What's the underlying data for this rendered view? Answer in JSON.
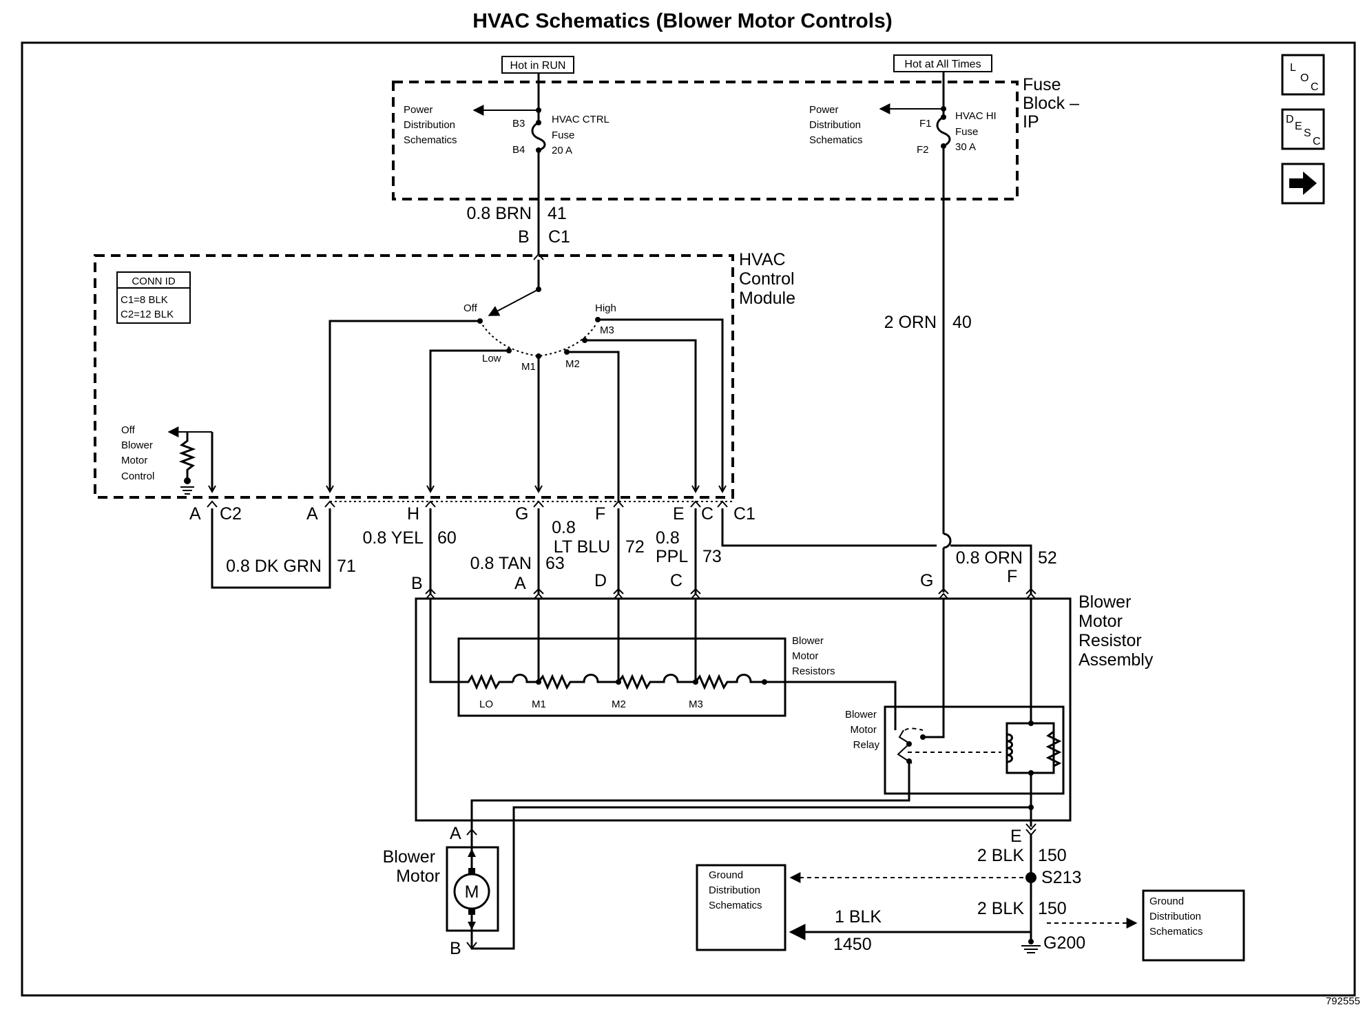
{
  "title": "HVAC Schematics (Blower Motor Controls)",
  "image_number": "792555",
  "nav": {
    "loc": {
      "big": "L",
      "sub": "O",
      "sub2": "C"
    },
    "desc": {
      "big": "D",
      "sub": "E",
      "sub2": "S",
      "sub3": "C"
    },
    "next_icon": "arrow-right-icon"
  },
  "fuse_block": {
    "name": [
      "Fuse",
      "Block –",
      "IP"
    ],
    "hot_in_run": "Hot in RUN",
    "hot_at_all_times": "Hot at All Times",
    "left_ref": [
      "Power",
      "Distribution",
      "Schematics"
    ],
    "right_ref": [
      "Power",
      "Distribution",
      "Schematics"
    ],
    "hvac_ctrl_fuse": {
      "pins": [
        "B3",
        "B4"
      ],
      "label": [
        "HVAC CTRL",
        "Fuse",
        "20 A"
      ]
    },
    "hvac_hi_fuse": {
      "pins": [
        "F1",
        "F2"
      ],
      "label": [
        "HVAC HI",
        "Fuse",
        "30 A"
      ]
    }
  },
  "wires": {
    "w41": {
      "color": "0.8 BRN",
      "circuit": "41"
    },
    "w40": {
      "color": "2 ORN",
      "circuit": "40"
    },
    "w71": {
      "color": "0.8 DK GRN",
      "circuit": "71"
    },
    "w60": {
      "color": "0.8 YEL",
      "circuit": "60"
    },
    "w63": {
      "color": "0.8 TAN",
      "circuit": "63"
    },
    "w72": {
      "color": [
        "0.8",
        "LT BLU"
      ],
      "circuit": "72"
    },
    "w73": {
      "color": [
        "0.8",
        "PPL"
      ],
      "circuit": "73"
    },
    "w52": {
      "color": "0.8 ORN",
      "circuit": "52"
    },
    "w150a": {
      "color": "2 BLK",
      "circuit": "150"
    },
    "w150b": {
      "color": "2 BLK",
      "circuit": "150"
    },
    "w1450": {
      "color": "1 BLK",
      "circuit": "1450"
    }
  },
  "hvac_module": {
    "name": [
      "HVAC",
      "Control",
      "Module"
    ],
    "conn_id": {
      "title": "CONN ID",
      "c1": "C1=8 BLK",
      "c2": "C2=12 BLK"
    },
    "switch": {
      "off": "Off",
      "low": "Low",
      "m1": "M1",
      "m2": "M2",
      "m3": "M3",
      "high": "High"
    },
    "off_control": [
      "Off",
      "Blower",
      "Motor",
      "Control"
    ],
    "pins_top": {
      "pin": "B",
      "conn": "C1"
    },
    "pins_bottom": {
      "a1": "A",
      "c2": "C2",
      "a2": "A",
      "h": "H",
      "g": "G",
      "f": "F",
      "e": "E",
      "c": "C",
      "c1": "C1"
    }
  },
  "resistor_assembly": {
    "name": [
      "Blower",
      "Motor",
      "Resistor",
      "Assembly"
    ],
    "pins_top": {
      "b": "B",
      "a": "A",
      "d": "D",
      "c": "C",
      "g": "G",
      "f": "F"
    },
    "resistors_label": [
      "Blower",
      "Motor",
      "Resistors"
    ],
    "taps": [
      "LO",
      "M1",
      "M2",
      "M3"
    ],
    "relay_label": [
      "Blower",
      "Motor",
      "Relay"
    ],
    "pin_e": "E"
  },
  "blower_motor": {
    "name": [
      "Blower",
      "Motor"
    ],
    "symbol": "M",
    "pin_a": "A",
    "pin_b": "B"
  },
  "ground": {
    "splice": "S213",
    "ground_point": "G200",
    "left_ref": [
      "Ground",
      "Distribution",
      "Schematics"
    ],
    "right_ref": [
      "Ground",
      "Distribution",
      "Schematics"
    ]
  }
}
